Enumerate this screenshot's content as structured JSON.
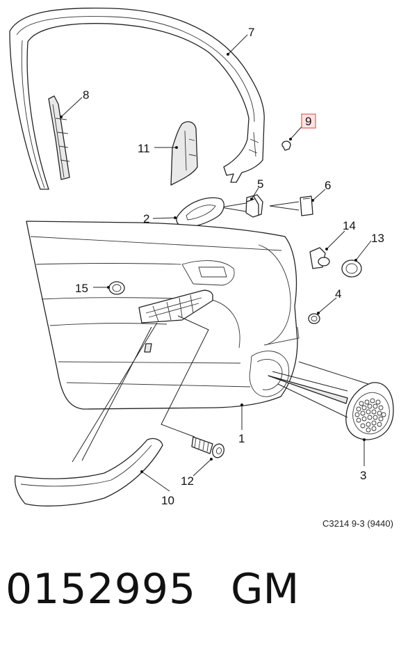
{
  "callouts": [
    {
      "id": "1",
      "label": "1"
    },
    {
      "id": "2",
      "label": "2"
    },
    {
      "id": "3",
      "label": "3"
    },
    {
      "id": "4",
      "label": "4"
    },
    {
      "id": "5",
      "label": "5"
    },
    {
      "id": "6",
      "label": "6"
    },
    {
      "id": "7",
      "label": "7"
    },
    {
      "id": "8",
      "label": "8"
    },
    {
      "id": "9",
      "label": "9",
      "highlighted": true,
      "highlight_color": "#e06060"
    },
    {
      "id": "10",
      "label": "10"
    },
    {
      "id": "11",
      "label": "11"
    },
    {
      "id": "12",
      "label": "12"
    },
    {
      "id": "13",
      "label": "13"
    },
    {
      "id": "14",
      "label": "14"
    },
    {
      "id": "15",
      "label": "15"
    }
  ],
  "reference_code": "C3214 9-3 (9440)",
  "part_number": "0152995",
  "manufacturer": "GM"
}
